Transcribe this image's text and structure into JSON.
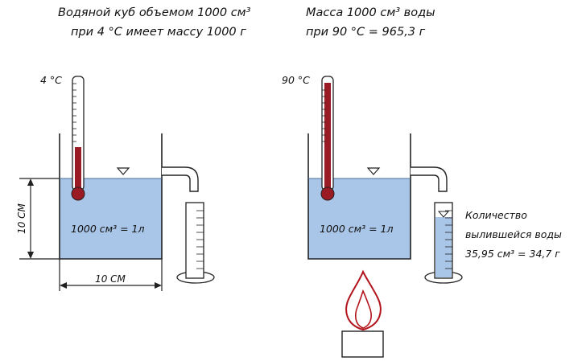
{
  "left": {
    "caption_line1": "Водяной куб объемом 1000 см³",
    "caption_line2": "при 4 °С имеет массу 1000 г",
    "temp_label": "4 °С",
    "volume_label": "1000 см³ = 1л",
    "height_label": "10 СМ",
    "width_label": "10 СМ"
  },
  "right": {
    "caption_line1": "Масса 1000 см³ воды",
    "caption_line2": "при 90 °С = 965,3 г",
    "temp_label": "90 °С",
    "volume_label": "1000 см³ = 1л",
    "overflow_line1": "Количество",
    "overflow_line2": "вылившейся воды",
    "overflow_line3": "35,95 см³ = 34,7 г"
  },
  "colors": {
    "water": "#a9c6e8",
    "mercury": "#9b1b24",
    "flame": "#b3141c",
    "outline": "#222222"
  },
  "icons": {
    "water_level_marker": "triangle-down-icon",
    "burner_flame": "flame-icon"
  }
}
